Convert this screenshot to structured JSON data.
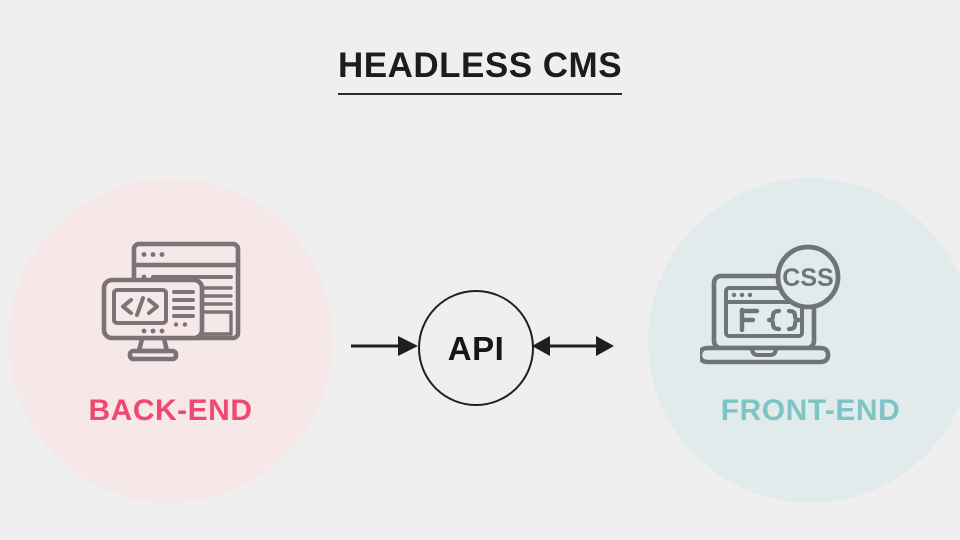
{
  "diagram": {
    "title": "HEADLESS CMS",
    "background_color": "#efefef",
    "title_color": "#1c1c1c",
    "nodes": [
      {
        "id": "backend",
        "label": "BACK-END",
        "label_color": "#f0486e",
        "blob_color": "#f6e8e9",
        "icon": "monitor-code-window-icon",
        "icon_color": "#7d7276",
        "icon_glyph": "</>",
        "position": "left"
      },
      {
        "id": "api",
        "label": "API",
        "label_color": "#161616",
        "shape": "circle-outline",
        "stroke_color": "#1f1f1f",
        "position": "center"
      },
      {
        "id": "frontend",
        "label": "FRONT-END",
        "label_color": "#7fc4c5",
        "blob_color": "#e2ebeb",
        "icon": "laptop-css-icon",
        "icon_color": "#6e7477",
        "badge_label": "CSS",
        "icon_glyph": "{ }",
        "position": "right"
      }
    ],
    "connectors": [
      {
        "id": "backend-to-api",
        "from": "backend",
        "to": "api",
        "direction": "one-way",
        "arrow_name": "arrow-right-icon",
        "color": "#1f1f1f"
      },
      {
        "id": "api-to-frontend",
        "from": "api",
        "to": "frontend",
        "direction": "two-way",
        "arrow_name": "arrow-double-icon",
        "color": "#1f1f1f"
      }
    ]
  }
}
